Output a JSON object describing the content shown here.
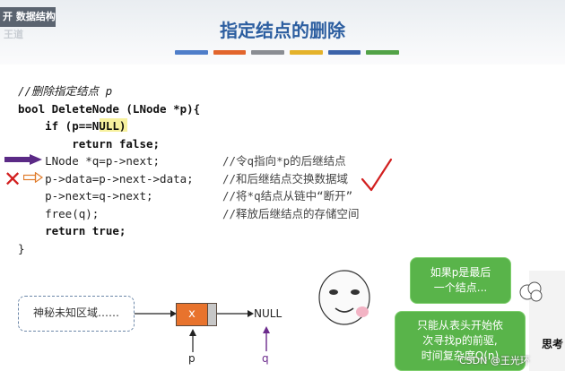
{
  "header": {
    "brand": "开 数据结构",
    "brand_ghost": "王道",
    "title": "指定结点的删除",
    "stripe_colors": [
      "#4f7ec9",
      "#e2652c",
      "#8a8d92",
      "#e4b22a",
      "#3c63a9",
      "#52a246"
    ]
  },
  "code": {
    "lines": [
      {
        "text": "//删除指定结点 p",
        "comment": ""
      },
      {
        "text": "bool DeleteNode (LNode *p){",
        "comment": ""
      },
      {
        "text": "    if (p==NULL)",
        "comment": ""
      },
      {
        "text": "        return false;",
        "comment": ""
      },
      {
        "text": "    LNode *q=p->next;",
        "comment": "//令q指向*p的后继结点"
      },
      {
        "text": "    p->data=p->next->data;",
        "comment": "//和后继结点交换数据域"
      },
      {
        "text": "    p->next=q->next;",
        "comment": "//将*q结点从链中“断开”"
      },
      {
        "text": "    free(q);",
        "comment": "//释放后继结点的存储空间"
      },
      {
        "text": "    return true;",
        "comment": ""
      },
      {
        "text": "}",
        "comment": ""
      }
    ],
    "highlight_color": "#f4ec7d"
  },
  "diagram": {
    "unknown_region": "神秘未知区域……",
    "node_data": "x",
    "null_label": "NULL",
    "p_label": "p",
    "q_label": "q"
  },
  "bubbles": {
    "top": [
      "如果p是最后",
      "一个结点..."
    ],
    "bottom": [
      "只能从表头开始依",
      "次寻找p的前驱,",
      "时间复杂度O(n)"
    ]
  },
  "side_text": "思考",
  "watermark": "CSDN @王光环",
  "colors": {
    "title": "#2c5ea0",
    "arrow_purple": "#5b2a86",
    "cross_red": "#d21f1f",
    "check_red": "#d21f1f",
    "node_orange": "#e8732d",
    "bubble_green": "#59b44a"
  }
}
